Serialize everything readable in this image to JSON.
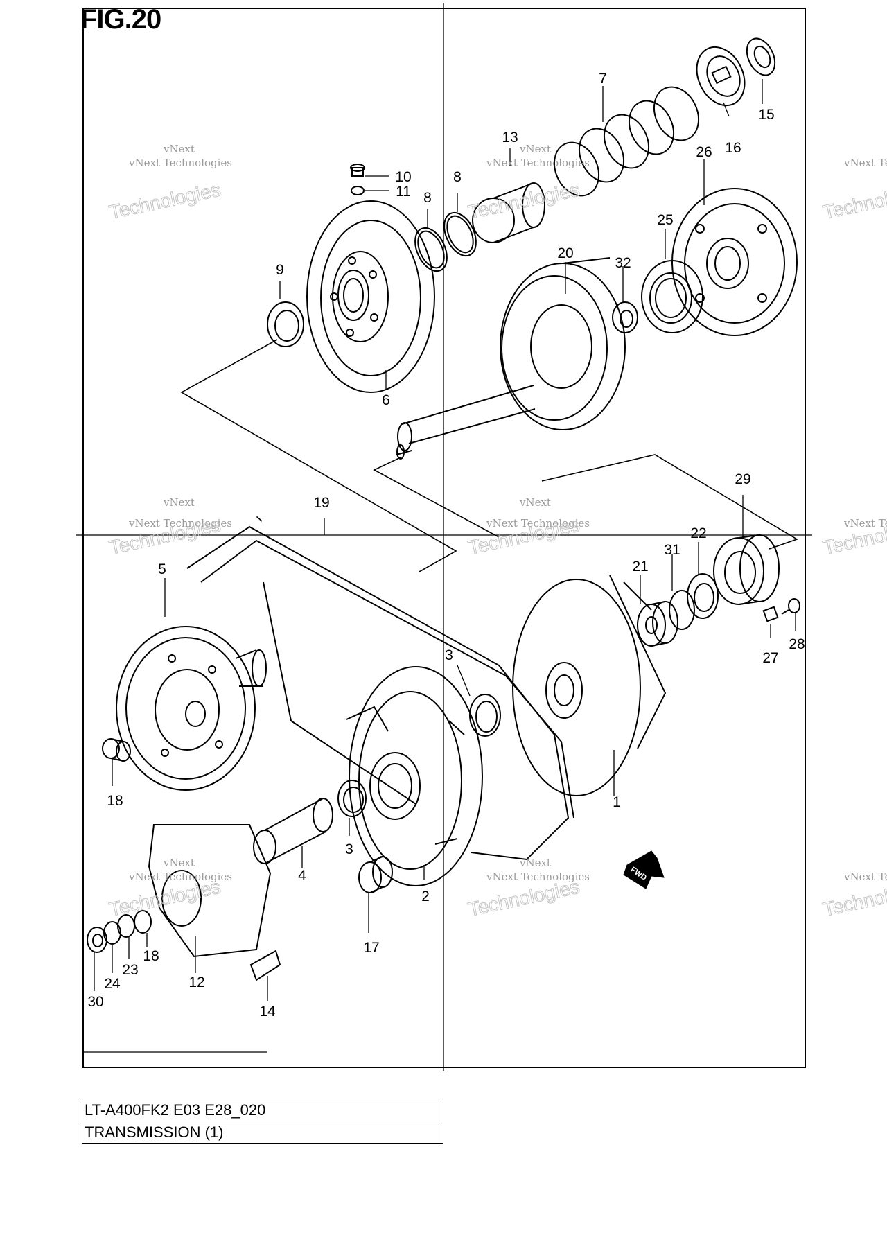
{
  "figure": {
    "title": "FIG.20",
    "model_code": "LT-A400FK2 E03 E28_020",
    "section": "TRANSMISSION (1)"
  },
  "watermark": {
    "company": "vNext Technologies",
    "short": "Technologies",
    "top": "vNext"
  },
  "fwd_label": "FWD",
  "parts": {
    "p1": "1",
    "p2": "2",
    "p3a": "3",
    "p3b": "3",
    "p4": "4",
    "p5": "5",
    "p6": "6",
    "p7": "7",
    "p8a": "8",
    "p8b": "8",
    "p9": "9",
    "p10": "10",
    "p11": "11",
    "p12": "12",
    "p13": "13",
    "p14": "14",
    "p15": "15",
    "p16": "16",
    "p17": "17",
    "p18a": "18",
    "p18b": "18",
    "p19": "19",
    "p20": "20",
    "p21": "21",
    "p22": "22",
    "p23": "23",
    "p24": "24",
    "p25": "25",
    "p26": "26",
    "p27": "27",
    "p28": "28",
    "p29": "29",
    "p30": "30",
    "p31": "31",
    "p32": "32"
  }
}
